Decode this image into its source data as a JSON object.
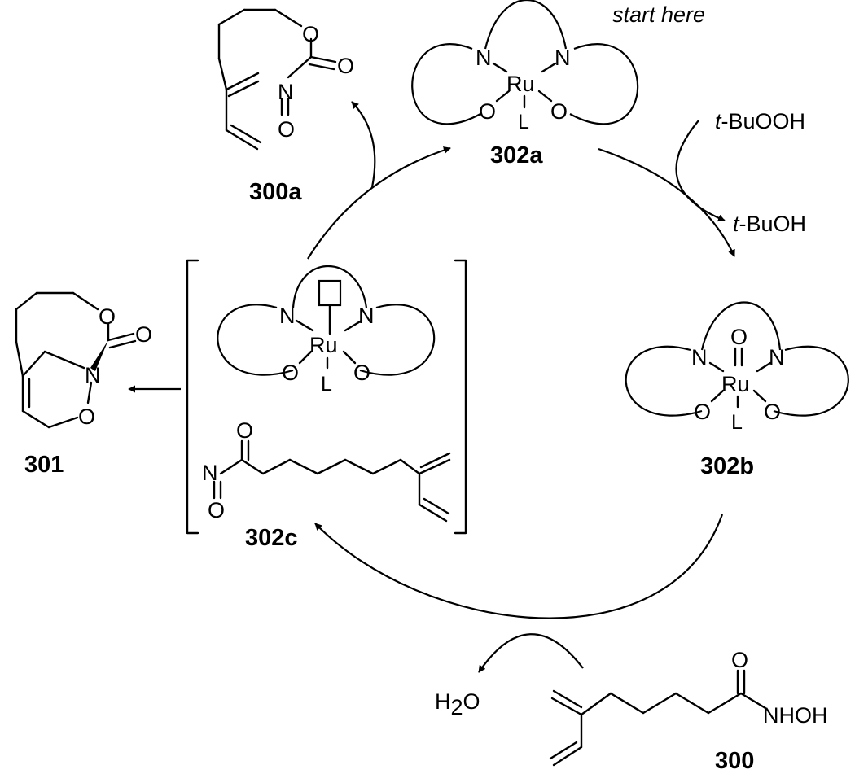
{
  "labels": {
    "start_note": "start here",
    "reagent_in": "t-BuOOH",
    "reagent_in_prefix": "t",
    "reagent_in_rest": "-BuOOH",
    "reagent_out": "t-BuOH",
    "reagent_out_prefix": "t",
    "reagent_out_rest": "-BuOH",
    "water": "H2O",
    "water_h": "H",
    "water_sub": "2",
    "water_o": "O"
  },
  "compounds": {
    "c300a": "300a",
    "c302a": "302a",
    "c302b": "302b",
    "c302c": "302c",
    "c301": "301",
    "c300": "300"
  },
  "atoms": {
    "N": "N",
    "O": "O",
    "Ru": "Ru",
    "L": "L",
    "NHOH": "NHOH"
  }
}
